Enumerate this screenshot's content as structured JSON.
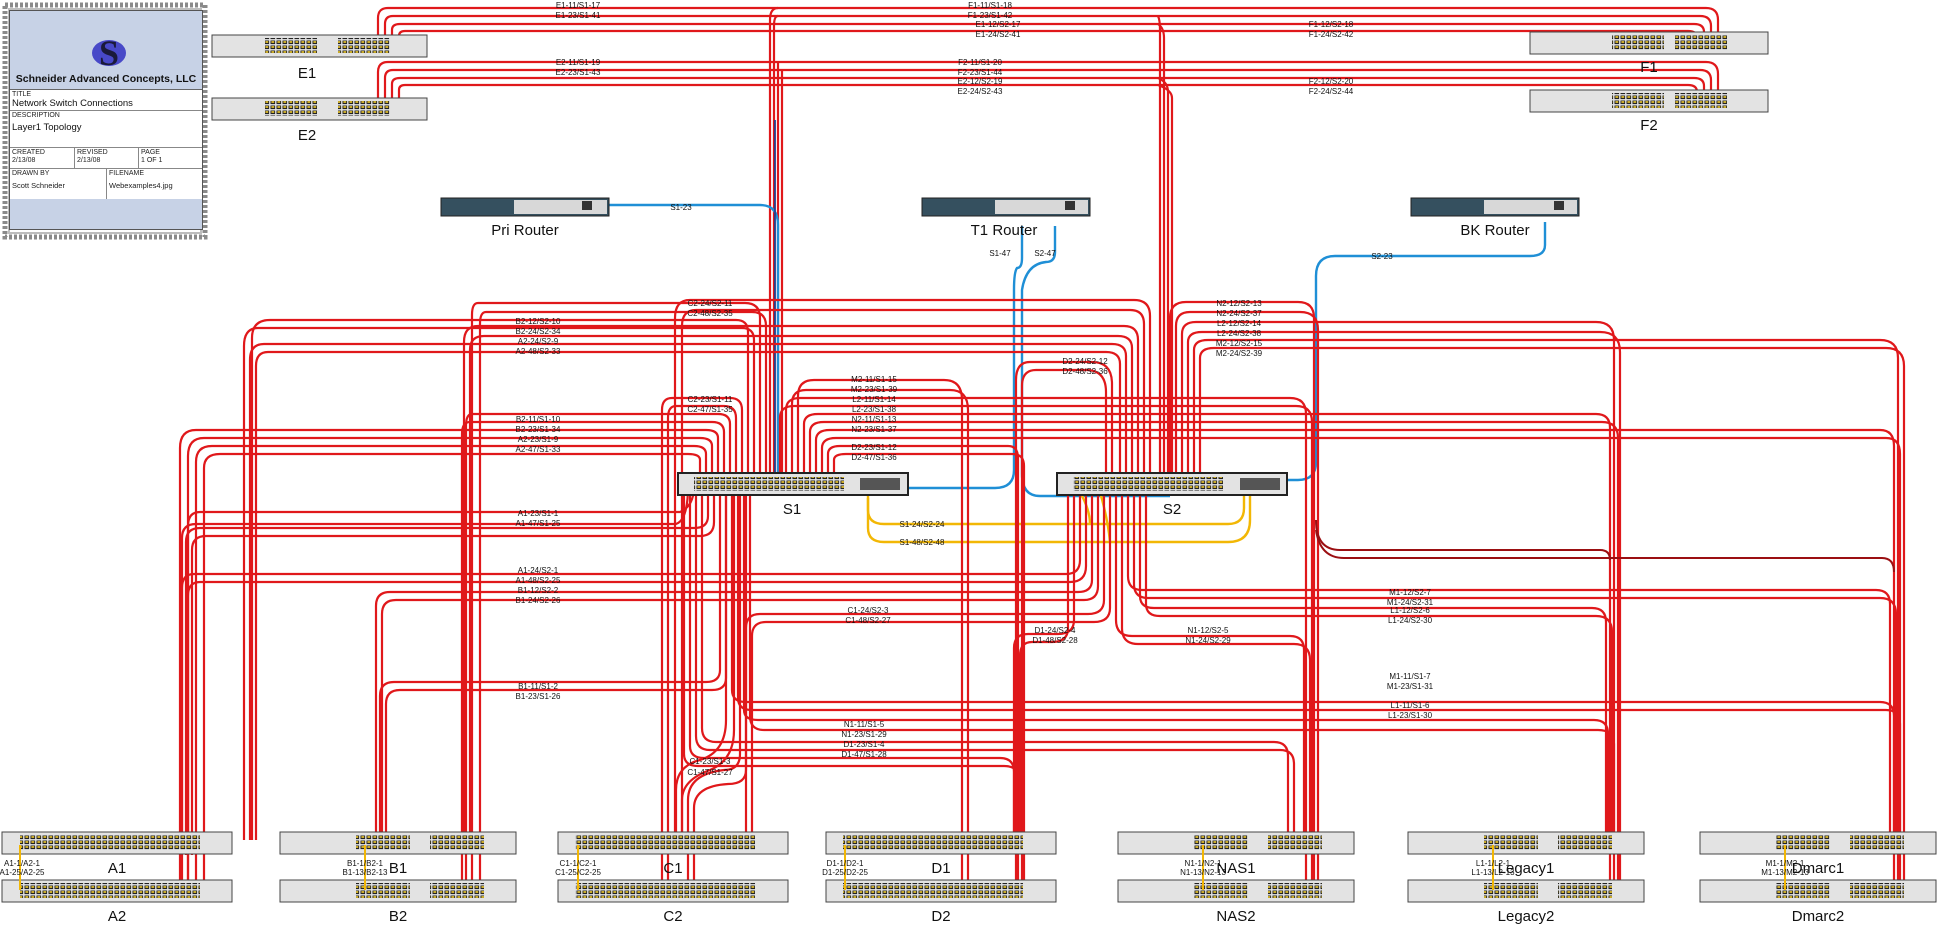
{
  "title_block": {
    "company": "Schneider Advanced Concepts, LLC",
    "title_caption": "TITLE",
    "title": "Network Switch Connections",
    "description_caption": "DESCRIPTION",
    "description": "Layer1 Topology",
    "created_caption": "CREATED",
    "created": "2/13/08",
    "revised_caption": "REVISED",
    "revised": "2/13/08",
    "page_caption": "PAGE",
    "page": "1 OF 1",
    "drawn_by_caption": "DRAWN BY",
    "drawn_by": "Scott Schneider",
    "filename_caption": "FILENAME",
    "filename": "Webexamples4.jpg"
  },
  "devices": {
    "E1": "E1",
    "E2": "E2",
    "F1": "F1",
    "F2": "F2",
    "pri_router": "Pri Router",
    "t1_router": "T1 Router",
    "bk_router": "BK Router",
    "S1": "S1",
    "S2": "S2",
    "A1": "A1",
    "A2": "A2",
    "B1": "B1",
    "B2": "B2",
    "C1": "C1",
    "C2": "C2",
    "D1": "D1",
    "D2": "D2",
    "NAS1": "NAS1",
    "NAS2": "NAS2",
    "Legacy1": "Legacy1",
    "Legacy2": "Legacy2",
    "Dmarc1": "Dmarc1",
    "Dmarc2": "Dmarc2"
  },
  "port_labels": {
    "A": [
      "A1-1/A2-1",
      "A1-25/A2-25"
    ],
    "B": [
      "B1-1/B2-1",
      "B1-13/B2-13"
    ],
    "C": [
      "C1-1/C2-1",
      "C1-25/C2-25"
    ],
    "D": [
      "D1-1/D2-1",
      "D1-25/D2-25"
    ],
    "N": [
      "N1-1/N2-1",
      "N1-13/N2-13"
    ],
    "L": [
      "L1-1/L2-1",
      "L1-13/L2-13"
    ],
    "M": [
      "M1-1/M2-1",
      "M1-13/M2-13"
    ]
  },
  "cable_labels": {
    "e1_s1": [
      "E1-11/S1-17",
      "E1-23/S1-41"
    ],
    "f1_s1": [
      "F1-11/S1-18",
      "F1-23/S1-42"
    ],
    "e1_s2": [
      "E1-12/S2-17",
      "E1-24/S2-41"
    ],
    "f1_s2": [
      "F1-12/S2-18",
      "F1-24/S2-42"
    ],
    "e2_s1": [
      "E2-11/S1-19",
      "E2-23/S1-43"
    ],
    "f2_s1": [
      "F2-11/S1-20",
      "F2-23/S1-44"
    ],
    "e2_s2": [
      "E2-12/S2-19",
      "E2-24/S2-43"
    ],
    "f2_s2": [
      "F2-12/S2-20",
      "F2-24/S2-44"
    ],
    "pri_router": "S1-23",
    "t1_router": [
      "S1-47",
      "S2-47"
    ],
    "bk_router": "S2-23",
    "c2_s2": [
      "C2-24/S2-11",
      "C2-48/S2-35"
    ],
    "b2_s2": [
      "B2-12/S2-10",
      "B2-24/S2-34"
    ],
    "a2_s2": [
      "A2-24/S2-9",
      "A2-48/S2-33"
    ],
    "n2_s2": [
      "N2-12/S2-13",
      "N2-24/S2-37"
    ],
    "l2_s2": [
      "L2-12/S2-14",
      "L2-24/S2-38"
    ],
    "m2_s2": [
      "M2-12/S2-15",
      "M2-24/S2-39"
    ],
    "d2_s2": [
      "D2-24/S2-12",
      "D2-48/S2-36"
    ],
    "m2_s1": [
      "M2-11/S1-15",
      "M2-23/S1-39"
    ],
    "l2_s1": [
      "L2-11/S1-14",
      "L2-23/S1-38"
    ],
    "n2_s1": [
      "N2-11/S1-13",
      "N2-23/S1-37"
    ],
    "d2_s1": [
      "D2-23/S1-12",
      "D2-47/S1-36"
    ],
    "c2_s1": [
      "C2-23/S1-11",
      "C2-47/S1-35"
    ],
    "b2_s1": [
      "B2-11/S1-10",
      "B2-23/S1-34"
    ],
    "a2_s1": [
      "A2-23/S1-9",
      "A2-47/S1-33"
    ],
    "a1_s1": [
      "A1-23/S1-1",
      "A1-47/S1-25"
    ],
    "s1_s2": [
      "S1-24/S2-24",
      "S1-48/S2-48"
    ],
    "a1_s2": [
      "A1-24/S2-1",
      "A1-48/S2-25"
    ],
    "b1_s2": [
      "B1-12/S2-2",
      "B1-24/S2-26"
    ],
    "c1_s2": [
      "C1-24/S2-3",
      "C1-48/S2-27"
    ],
    "d1_s2": [
      "D1-24/S2-4",
      "D1-48/S2-28"
    ],
    "n1_s2": [
      "N1-12/S2-5",
      "N1-24/S2-29"
    ],
    "m1_s2": [
      "M1-12/S2-7",
      "M1-24/S2-31"
    ],
    "l1_s2": [
      "L1-12/S2-6",
      "L1-24/S2-30"
    ],
    "m1_s1": [
      "M1-11/S1-7",
      "M1-23/S1-31"
    ],
    "l1_s1": [
      "L1-11/S1-6",
      "L1-23/S1-30"
    ],
    "b1_s1": [
      "B1-11/S1-2",
      "B1-23/S1-26"
    ],
    "n1_s1": [
      "N1-11/S1-5",
      "N1-23/S1-29"
    ],
    "d1_s1": [
      "D1-23/S1-4",
      "D1-47/S1-28"
    ],
    "c1_s1": [
      "C1-23/S1-3",
      "C1-47/S1-27"
    ]
  },
  "colors": {
    "cable_red": "#e0181b",
    "cable_dark_red": "#9b0f12",
    "cable_blue": "#1f8fd6",
    "cable_yellow": "#f2b705",
    "switch_body": "#e3e3e3",
    "router_body": "#35505f"
  }
}
